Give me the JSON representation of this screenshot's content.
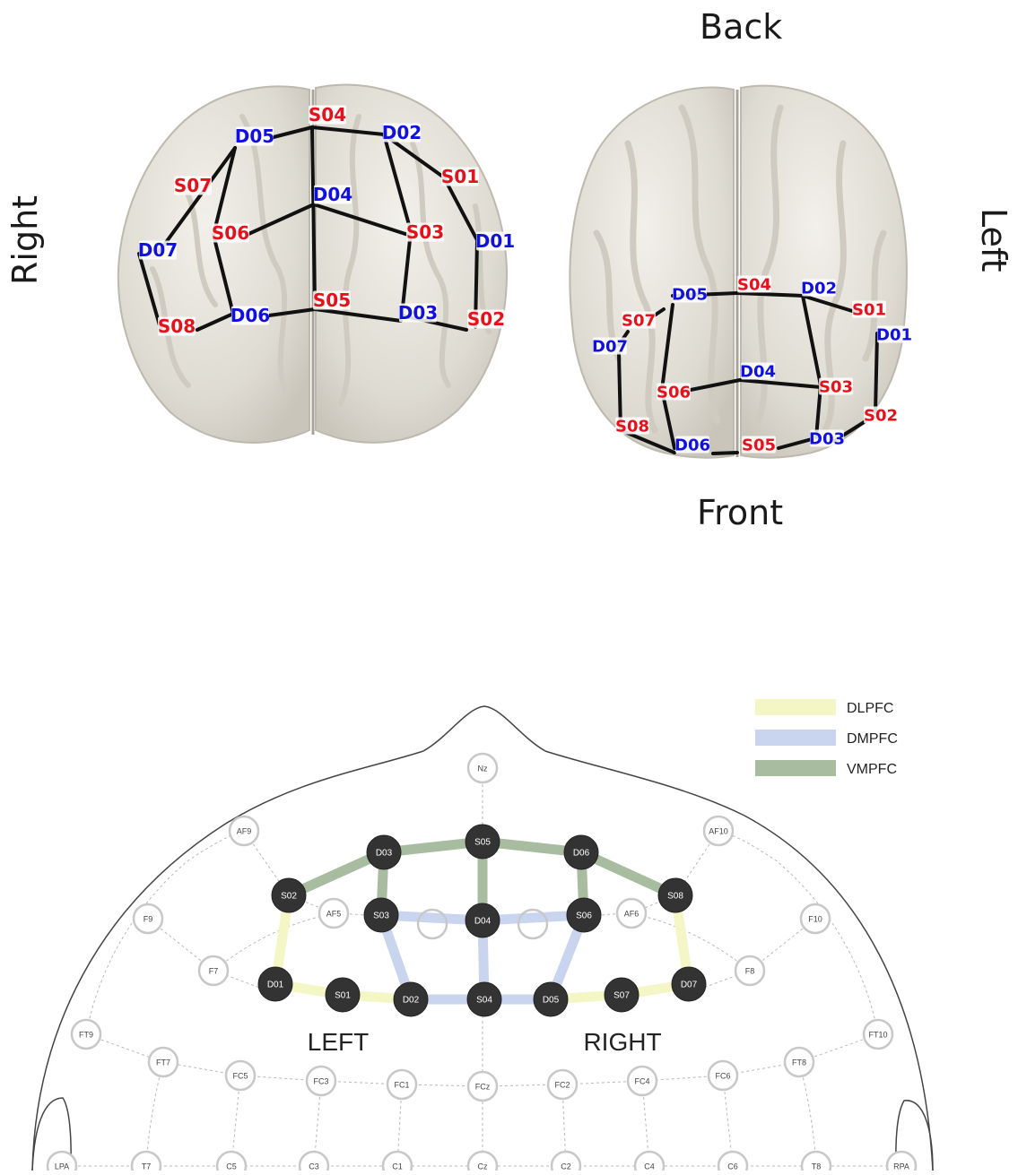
{
  "brain_views": {
    "orientation_labels": {
      "back": "Back",
      "front": "Front",
      "right": "Right",
      "left": "Left"
    },
    "colors": {
      "source": "#e8101b",
      "detector": "#1010e0",
      "channel_line": "#111111",
      "brain_fill": "#e9e6df"
    },
    "front_view": {
      "sources": [
        "S04",
        "S01",
        "S07",
        "S06",
        "S03",
        "S05",
        "S08",
        "S02"
      ],
      "detectors": [
        "D05",
        "D02",
        "D04",
        "D07",
        "D01",
        "D06",
        "D03"
      ]
    },
    "top_view": {
      "sources": [
        "S04",
        "S07",
        "S01",
        "S06",
        "S03",
        "S02",
        "S08",
        "S05"
      ],
      "detectors": [
        "D05",
        "D02",
        "D07",
        "D01",
        "D04",
        "D03",
        "D06"
      ]
    }
  },
  "montage": {
    "legend": [
      {
        "name": "DLPFC",
        "color": "#f4f6c6"
      },
      {
        "name": "DMPFC",
        "color": "#c9d5ef"
      },
      {
        "name": "VMPFC",
        "color": "#a8bca0"
      }
    ],
    "hemisphere_labels": {
      "left": "LEFT",
      "right": "RIGHT"
    },
    "optodes": [
      "S05",
      "D03",
      "D06",
      "S02",
      "S08",
      "S03",
      "D04",
      "S06",
      "D01",
      "S01",
      "D02",
      "S04",
      "D05",
      "S07",
      "D07"
    ],
    "eeg_positions": [
      "Nz",
      "AF9",
      "AF10",
      "AF5",
      "AF6",
      "F9",
      "F10",
      "F7",
      "F8",
      "FT9",
      "FT10",
      "FT7",
      "FT8",
      "FC5",
      "FC3",
      "FC1",
      "FCz",
      "FC2",
      "FC4",
      "FC6",
      "LPA",
      "T7",
      "C5",
      "C3",
      "C1",
      "Cz",
      "C2",
      "C4",
      "C6",
      "T8",
      "RPA"
    ]
  }
}
